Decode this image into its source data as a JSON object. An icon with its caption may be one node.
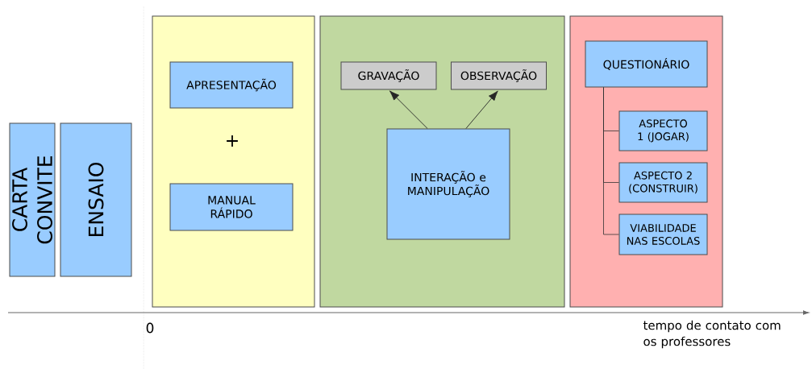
{
  "diagram": {
    "nodes": [
      {
        "text": [
          "CARTA CONVITE"
        ]
      },
      {
        "text": [
          "ENSAIO"
        ]
      },
      {
        "text": [],
        "shape": "box"
      },
      {
        "text": [
          "APRESENTAÇÃO"
        ],
        "in": 2
      },
      {
        "text": [
          "MANUAL RÁPIDO"
        ],
        "in": 2
      },
      {
        "text": [],
        "shape": "box"
      },
      {
        "text": [
          "GRAVAÇÃO"
        ],
        "in": 5
      },
      {
        "text": [
          "OBSERVAÇÃO"
        ],
        "in": 5
      },
      {
        "text": [
          "INTERAÇÃO e MANIPULAÇÃO"
        ],
        "in": 5
      },
      {
        "text": [],
        "shape": "box"
      },
      {
        "text": [
          "QUESTIONÁRIO"
        ],
        "in": 9
      },
      {
        "text": [
          "ASPECTO 1 (JOGAR)"
        ],
        "in": 9
      },
      {
        "text": [
          "ASPECTO 2 (CONSTRUIR)"
        ],
        "in": 9
      },
      {
        "text": [
          "VIABILIDADE NAS ESCOLAS"
        ],
        "in": 9
      }
    ],
    "edges": [
      {
        "from": 8,
        "to": 6,
        "arrow": "to"
      },
      {
        "from": 8,
        "to": 7,
        "arrow": "to"
      },
      {
        "from": 10,
        "to": 11,
        "arrow": "none"
      },
      {
        "from": 10,
        "to": 12,
        "arrow": "none"
      },
      {
        "from": 10,
        "to": 13,
        "arrow": "none"
      }
    ],
    "labels": [
      "+",
      "0",
      "tempo de contato com os professores"
    ]
  }
}
